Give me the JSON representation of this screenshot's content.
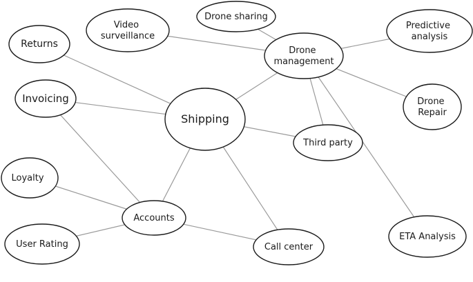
{
  "diagram": {
    "nodes": {
      "shipping": [
        "Shipping"
      ],
      "drone_management": [
        "Drone",
        "management"
      ],
      "drone_sharing": [
        "Drone sharing"
      ],
      "video_surveillance": [
        "Video",
        "surveillance"
      ],
      "predictive_analysis": [
        "Predictive",
        "analysis"
      ],
      "returns": [
        "Returns"
      ],
      "invoicing": [
        "Invoicing"
      ],
      "drone_repair": [
        "Drone",
        "Repair"
      ],
      "third_party": [
        "Third party"
      ],
      "loyalty": [
        "Loyalty"
      ],
      "accounts": [
        "Accounts"
      ],
      "user_rating": [
        "User Rating"
      ],
      "call_center": [
        "Call center"
      ],
      "eta_analysis": [
        "ETA Analysis"
      ]
    },
    "edges": [
      [
        "returns",
        "shipping"
      ],
      [
        "invoicing",
        "shipping"
      ],
      [
        "shipping",
        "drone_management"
      ],
      [
        "shipping",
        "third_party"
      ],
      [
        "shipping",
        "accounts"
      ],
      [
        "shipping",
        "call_center"
      ],
      [
        "invoicing",
        "accounts"
      ],
      [
        "loyalty",
        "accounts"
      ],
      [
        "user_rating",
        "accounts"
      ],
      [
        "accounts",
        "call_center"
      ],
      [
        "video_surveillance",
        "drone_management"
      ],
      [
        "drone_sharing",
        "drone_management"
      ],
      [
        "predictive_analysis",
        "drone_management"
      ],
      [
        "drone_management",
        "drone_repair"
      ],
      [
        "drone_management",
        "third_party"
      ],
      [
        "drone_management",
        "eta_analysis"
      ]
    ]
  }
}
